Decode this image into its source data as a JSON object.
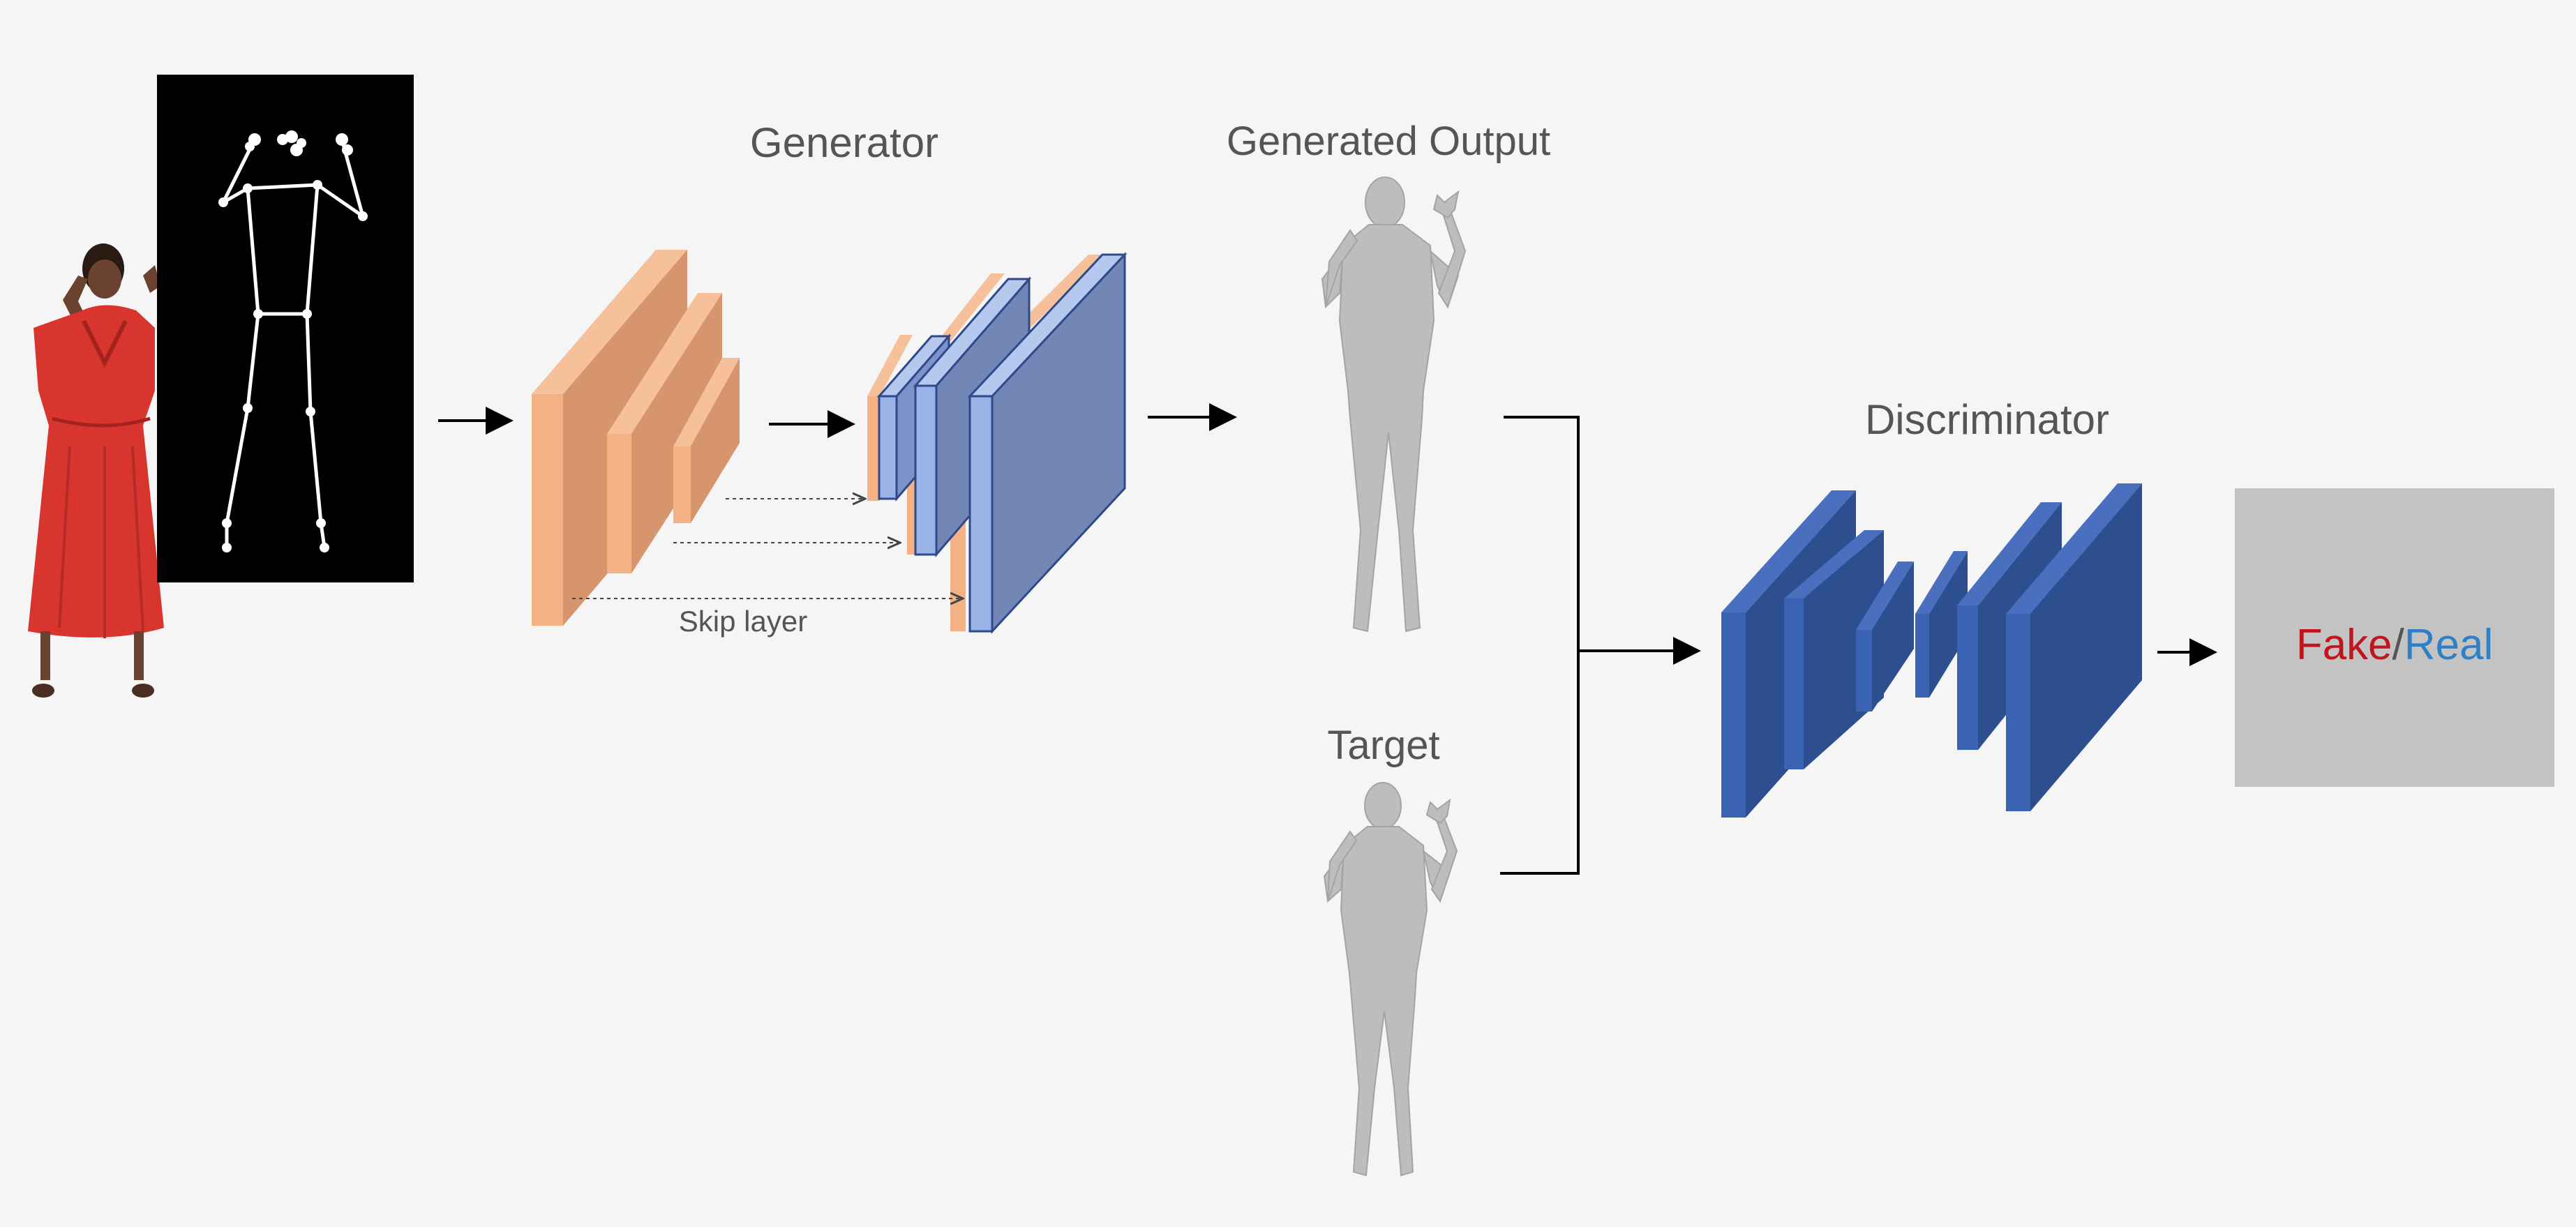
{
  "labels": {
    "generator": "Generator",
    "generated_output": "Generated Output",
    "target": "Target",
    "discriminator": "Discriminator",
    "skip_layer": "Skip layer",
    "fake": "Fake",
    "separator": "/",
    "real": "Real"
  },
  "colors": {
    "background": "#f5f5f5",
    "encoder_front": "#f4b183",
    "encoder_side": "#d7956d",
    "decoder_front": "#7387b7",
    "decoder_side": "#99b3e6",
    "discriminator_front": "#2d4f8f",
    "discriminator_side": "#3a64b3",
    "output_box": "#c3c3c3",
    "fake": "#c0151c",
    "real": "#2e7fc4",
    "skeleton_bg": "#000000",
    "dress": "#d9352f",
    "mannequin": "#bdbdbd"
  }
}
